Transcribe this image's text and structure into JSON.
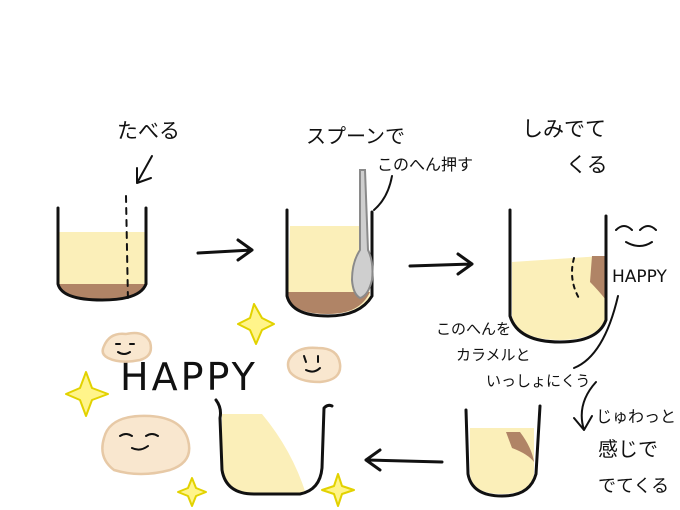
{
  "steps": [
    {
      "caption": "たべる"
    },
    {
      "caption": [
        "スプーンで",
        "このへん押す"
      ]
    },
    {
      "caption": [
        "しみでて",
        "くる"
      ]
    },
    {
      "caption": [
        "じゅわっと",
        "感じで",
        "でてくる"
      ]
    }
  ],
  "notes": {
    "caramel": [
      "このへんを",
      "カラメルと",
      "いっしょにくう"
    ],
    "happy_small": "HAPPY",
    "happy_big": "HAPPY"
  },
  "colors": {
    "pudding": "#fbefb9",
    "caramel": "#b08466",
    "bun": "#f9e7cf",
    "sparkle": "#fff48a"
  }
}
